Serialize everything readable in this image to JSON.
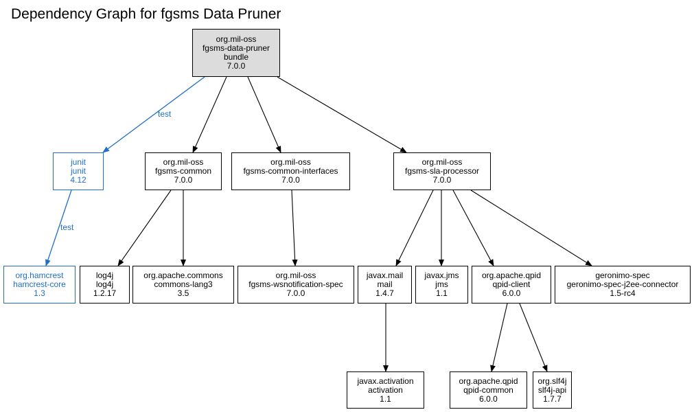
{
  "title": "Dependency Graph for fgsms Data Pruner",
  "nodes": {
    "root": [
      "org.mil-oss",
      "fgsms-data-pruner",
      "bundle",
      "7.0.0"
    ],
    "junit": [
      "junit",
      "junit",
      "4.12"
    ],
    "common": [
      "org.mil-oss",
      "fgsms-common",
      "7.0.0"
    ],
    "interfaces": [
      "org.mil-oss",
      "fgsms-common-interfaces",
      "7.0.0"
    ],
    "sla": [
      "org.mil-oss",
      "fgsms-sla-processor",
      "7.0.0"
    ],
    "hamcrest": [
      "org.hamcrest",
      "hamcrest-core",
      "1.3"
    ],
    "log4j": [
      "log4j",
      "log4j",
      "1.2.17"
    ],
    "lang3": [
      "org.apache.commons",
      "commons-lang3",
      "3.5"
    ],
    "wsn": [
      "org.mil-oss",
      "fgsms-wsnotification-spec",
      "7.0.0"
    ],
    "mail": [
      "javax.mail",
      "mail",
      "1.4.7"
    ],
    "jms": [
      "javax.jms",
      "jms",
      "1.1"
    ],
    "qpidclient": [
      "org.apache.qpid",
      "qpid-client",
      "6.0.0"
    ],
    "geronimo": [
      "geronimo-spec",
      "geronimo-spec-j2ee-connector",
      "1.5-rc4"
    ],
    "activation": [
      "javax.activation",
      "activation",
      "1.1"
    ],
    "qpidcommon": [
      "org.apache.qpid",
      "qpid-common",
      "6.0.0"
    ],
    "slf4j": [
      "org.slf4j",
      "slf4j-api",
      "1.7.7"
    ]
  },
  "edge_labels": {
    "root_junit": "test",
    "junit_hamcrest": "test"
  },
  "colors": {
    "test": "#1f6fc5",
    "root_fill": "#dcdcdc",
    "default": "#000000"
  }
}
